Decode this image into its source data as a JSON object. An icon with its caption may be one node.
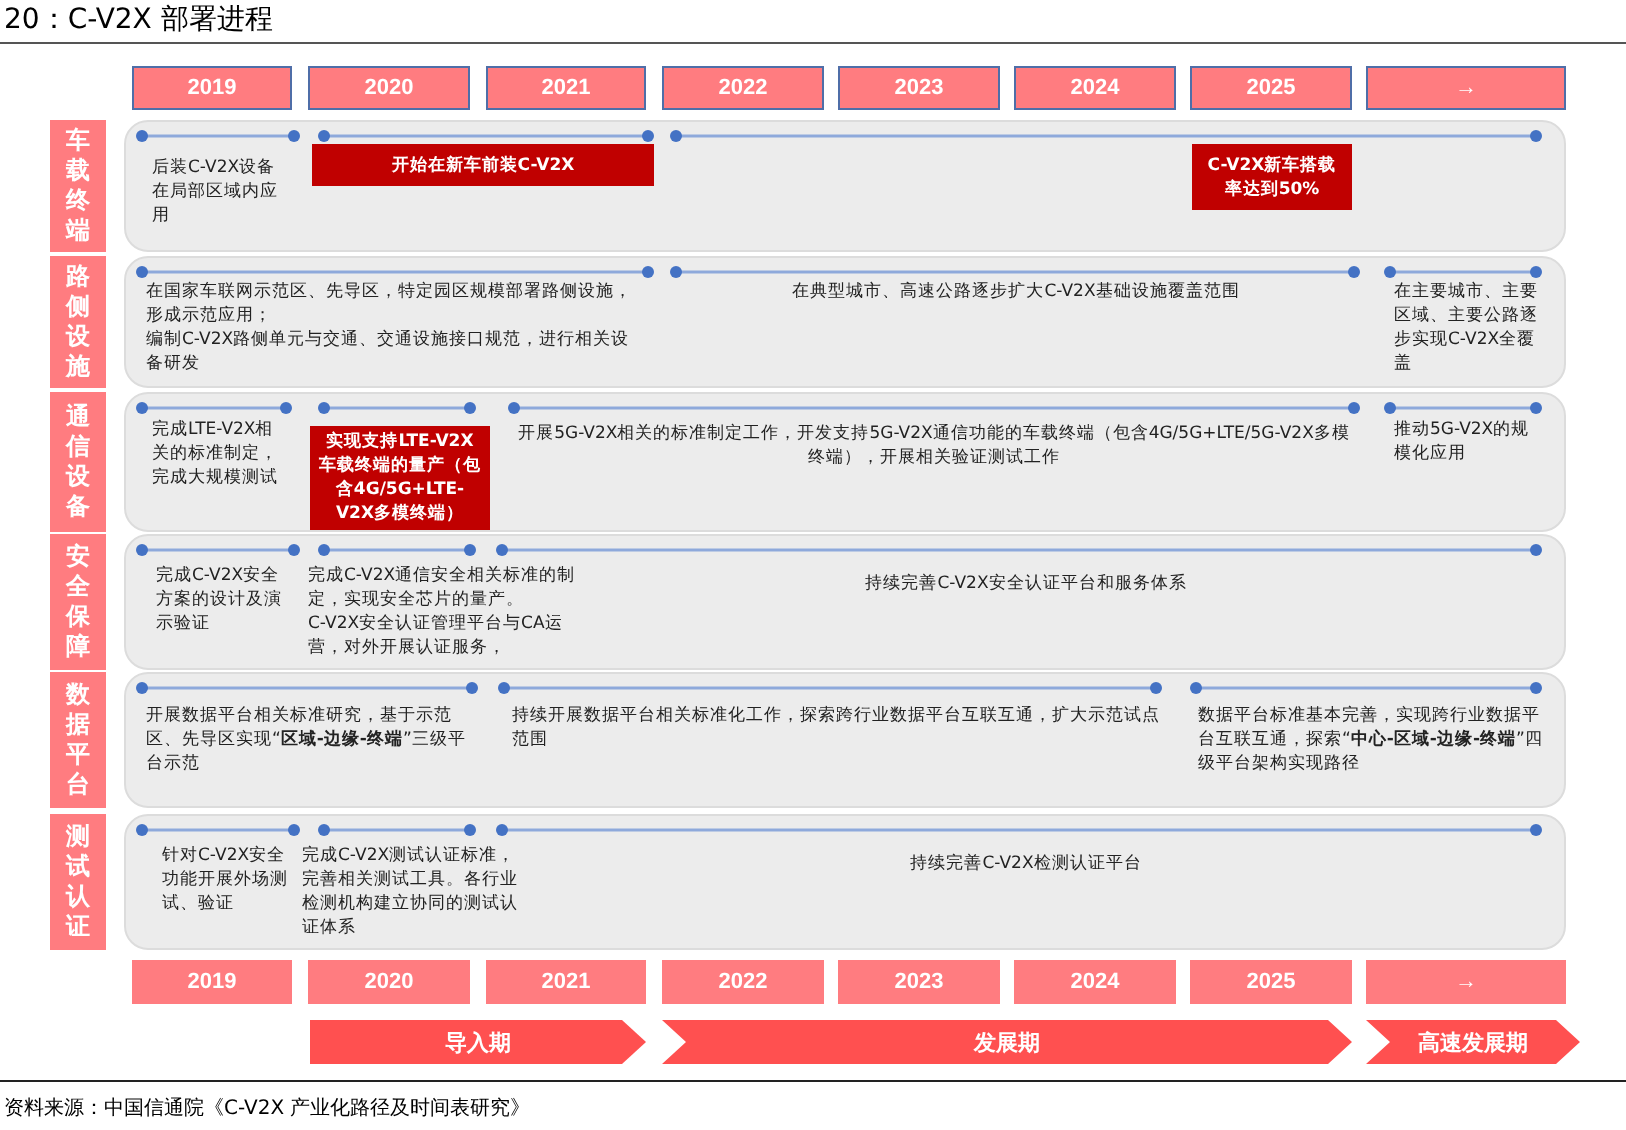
{
  "diagram": {
    "title": "20：C-V2X 部署进程",
    "caption": "资料来源：中国信通院《C-V2X 产业化路径及时间表研究》",
    "nodes": [
      {
        "text": [
          "2019"
        ]
      },
      {
        "text": [
          "2020"
        ]
      },
      {
        "text": [
          "2021"
        ]
      },
      {
        "text": [
          "2022"
        ]
      },
      {
        "text": [
          "2023"
        ]
      },
      {
        "text": [
          "2024"
        ]
      },
      {
        "text": [
          "2025"
        ]
      },
      {
        "text": [
          "→"
        ]
      },
      {
        "text": [
          "车载终端"
        ]
      },
      {
        "text": [
          "后装C-V2X设备在局部区域内应用"
        ]
      },
      {
        "text": [
          "开始在新车前装C-V2X"
        ],
        "in": 9
      },
      {
        "text": [
          "C-V2X新车搭载率达到50%"
        ],
        "in": 9
      },
      {
        "text": [
          "路侧设施"
        ]
      },
      {
        "text": [
          "在国家车联网示范区、先导区，特定园区规模部署路侧设施，形成示范应用；",
          "编制C-V2X路侧单元与交通、交通设施接口规范，进行相关设备研发",
          "在典型城市、高速公路逐步扩大C-V2X基础设施覆盖范围",
          "在主要城市、主要区域、主要公路逐步实现C-V2X全覆盖"
        ]
      },
      {
        "text": [
          "通信设备"
        ]
      },
      {
        "text": [
          "完成LTE-V2X相关的标准制定，完成大规模测试",
          "开展5G-V2X相关的标准制定工作，开发支持5G-V2X通信功能的车载终端（包含4G/5G+LTE/5G-V2X多模终端），开展相关验证测试工作",
          "推动5G-V2X的规模化应用"
        ]
      },
      {
        "text": [
          "实现支持LTE-V2X车载终端的量产（包含4G/5G+LTE-V2X多模终端）"
        ],
        "in": 15
      },
      {
        "text": [
          "安全保障"
        ]
      },
      {
        "text": [
          "完成C-V2X安全方案的设计及演示验证",
          "完成C-V2X通信安全相关标准的制定，实现安全芯片的量产。",
          "C-V2X安全认证管理平台与CA运营，对外开展认证服务，",
          "持续完善C-V2X安全认证平台和服务体系"
        ]
      },
      {
        "text": [
          "数据平台"
        ]
      },
      {
        "text": [
          "开展数据平台相关标准研究，基于示范区、先导区实现“**区域-边缘-终端**”三级平台示范",
          "持续开展数据平台相关标准化工作，探索跨行业数据平台互联互通，扩大示范试点范围",
          "数据平台标准基本完善，实现跨行业数据平台互联互通，探索“**中心-区域-边缘-终端**”四级平台架构实现路径"
        ]
      },
      {
        "text": [
          "测试认证"
        ]
      },
      {
        "text": [
          "针对C-V2X安全功能开展外场测试、验证",
          "完成C-V2X测试认证标准，完善相关测试工具。各行业检测机构建立协同的测试认证体系",
          "持续完善C-V2X检测认证平台"
        ]
      },
      {
        "text": [
          "2019"
        ]
      },
      {
        "text": [
          "2020"
        ]
      },
      {
        "text": [
          "2021"
        ]
      },
      {
        "text": [
          "2022"
        ]
      },
      {
        "text": [
          "2023"
        ]
      },
      {
        "text": [
          "2024"
        ]
      },
      {
        "text": [
          "2025"
        ]
      },
      {
        "text": [
          "→"
        ]
      },
      {
        "text": [
          "导入期"
        ]
      },
      {
        "text": [
          "发展期"
        ]
      },
      {
        "text": [
          "高速发展期"
        ]
      }
    ]
  }
}
